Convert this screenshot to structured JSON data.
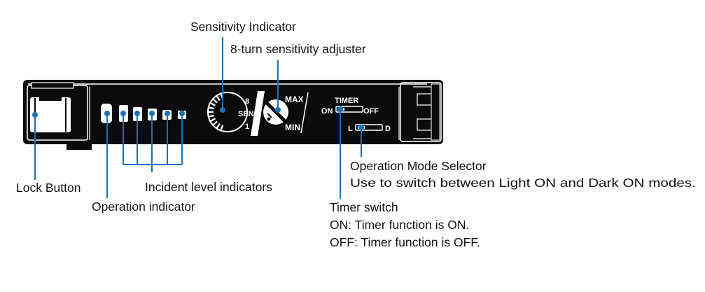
{
  "labels": {
    "sensitivity_indicator": "Sensitivity Indicator",
    "sensitivity_adjuster": "8-turn sensitivity adjuster",
    "lock_button": "Lock Button",
    "operation_indicator": "Operation indicator",
    "incident_level_indicators": "Incident level indicators",
    "operation_mode_selector": {
      "title": "Operation Mode Selector",
      "description": "Use to switch between Light ON and Dark ON modes."
    },
    "timer_switch": {
      "title": "Timer switch",
      "on_desc": "ON: Timer function is ON.",
      "off_desc": "OFF: Timer function is OFF."
    }
  },
  "device_text": {
    "sens": "SENS",
    "dial_8": "8",
    "dial_1": "1",
    "max": "MAX",
    "min": "MIN",
    "timer": "TIMER",
    "timer_on": "ON",
    "timer_off": "OFF",
    "mode_l": "L",
    "mode_d": "D"
  },
  "colors": {
    "leader": "#1c6fb5",
    "device_body": "#0b0b0b",
    "text": "#111111"
  }
}
